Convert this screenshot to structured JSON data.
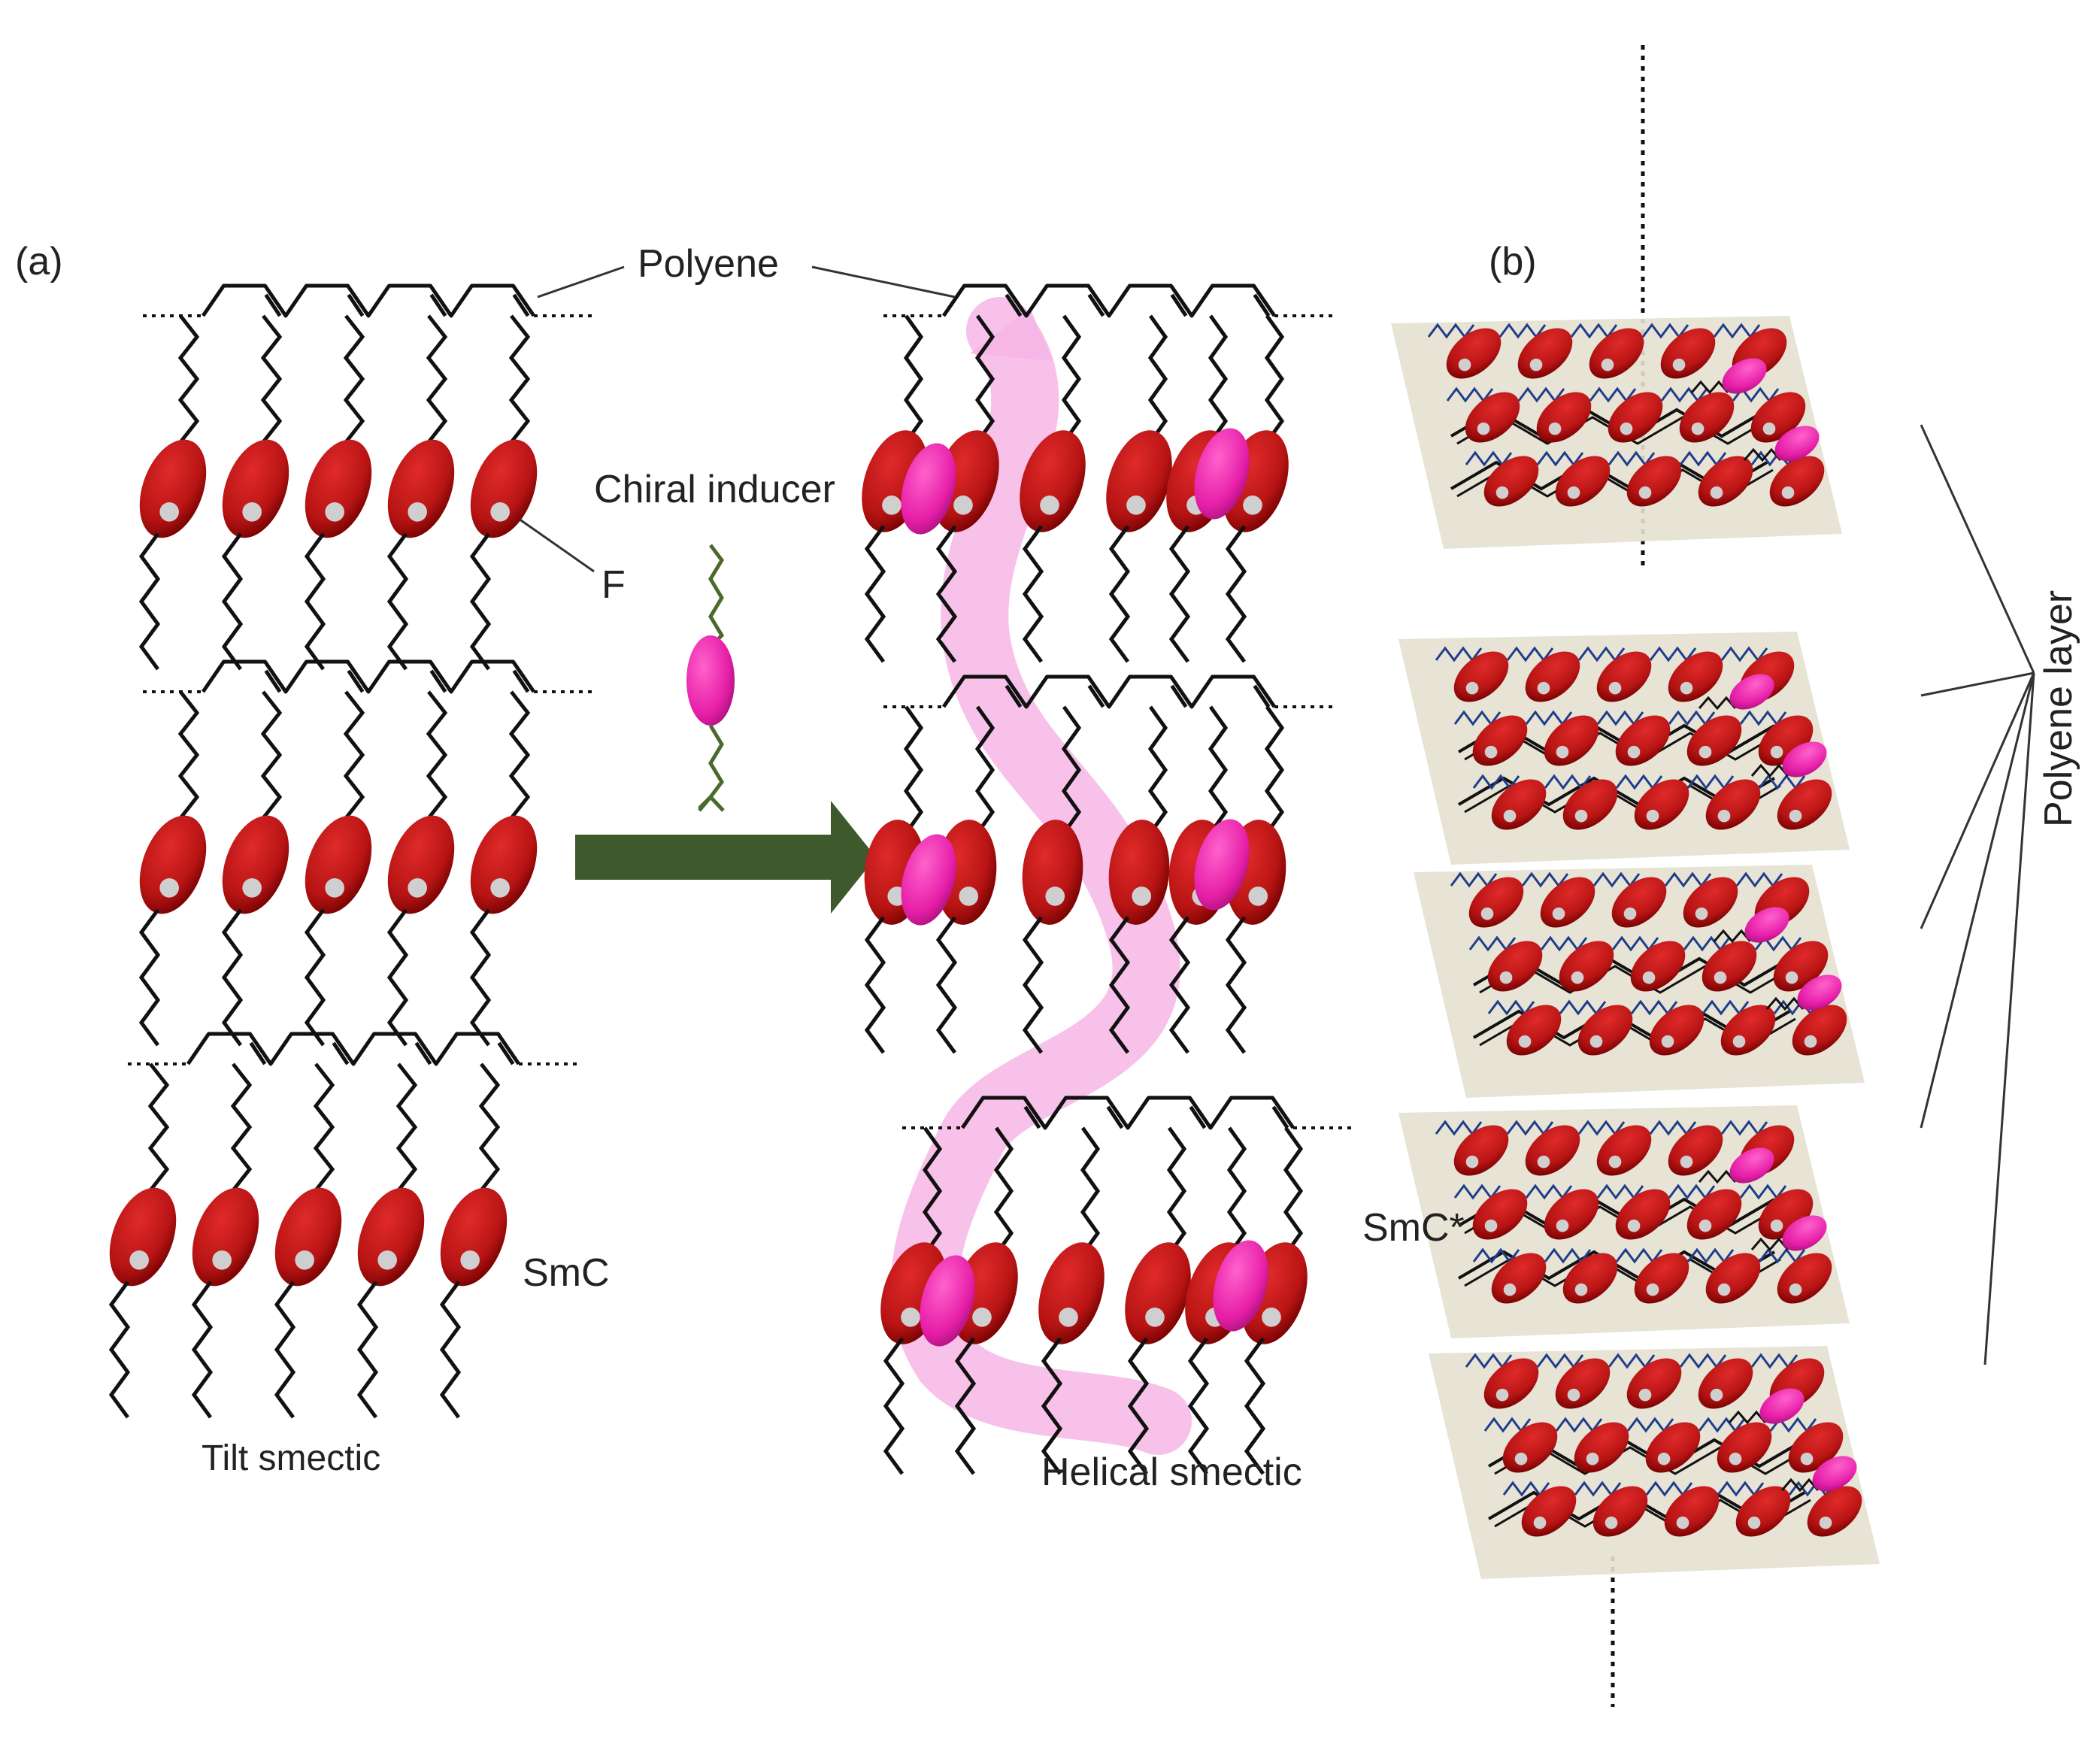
{
  "labels": {
    "panel_a": "(a)",
    "panel_b": "(b)",
    "polyene": "Polyene",
    "chiral_inducer": "Chiral inducer",
    "fluorine": "F",
    "smc": "SmC",
    "smc_star": "SmC*",
    "tilt_smectic": "Tilt smectic",
    "helical_smectic": "Helical smectic",
    "polyene_layer": "Polyene layer"
  },
  "colors": {
    "mesogen_red": "#b81414",
    "mesogen_dark": "#6e0000",
    "fluorine_dot": "#cfcfcf",
    "chiral_magenta": "#e61ea8",
    "helix_pink": "#f6b6e6",
    "arrow_green": "#3e5a2c",
    "inducer_chain": "#4a6a2c",
    "layer_plane": "#e4e0d0",
    "side_chain_blue": "#1f3d8a",
    "ink": "#111111"
  },
  "tilt_smectic": {
    "layers": 3,
    "mesogens_per_layer": 5
  },
  "helical_smectic": {
    "layers": 3,
    "mesogens_per_layer": 6,
    "chiral_per_layer": 2
  },
  "layered_stack": {
    "planes": 5
  }
}
